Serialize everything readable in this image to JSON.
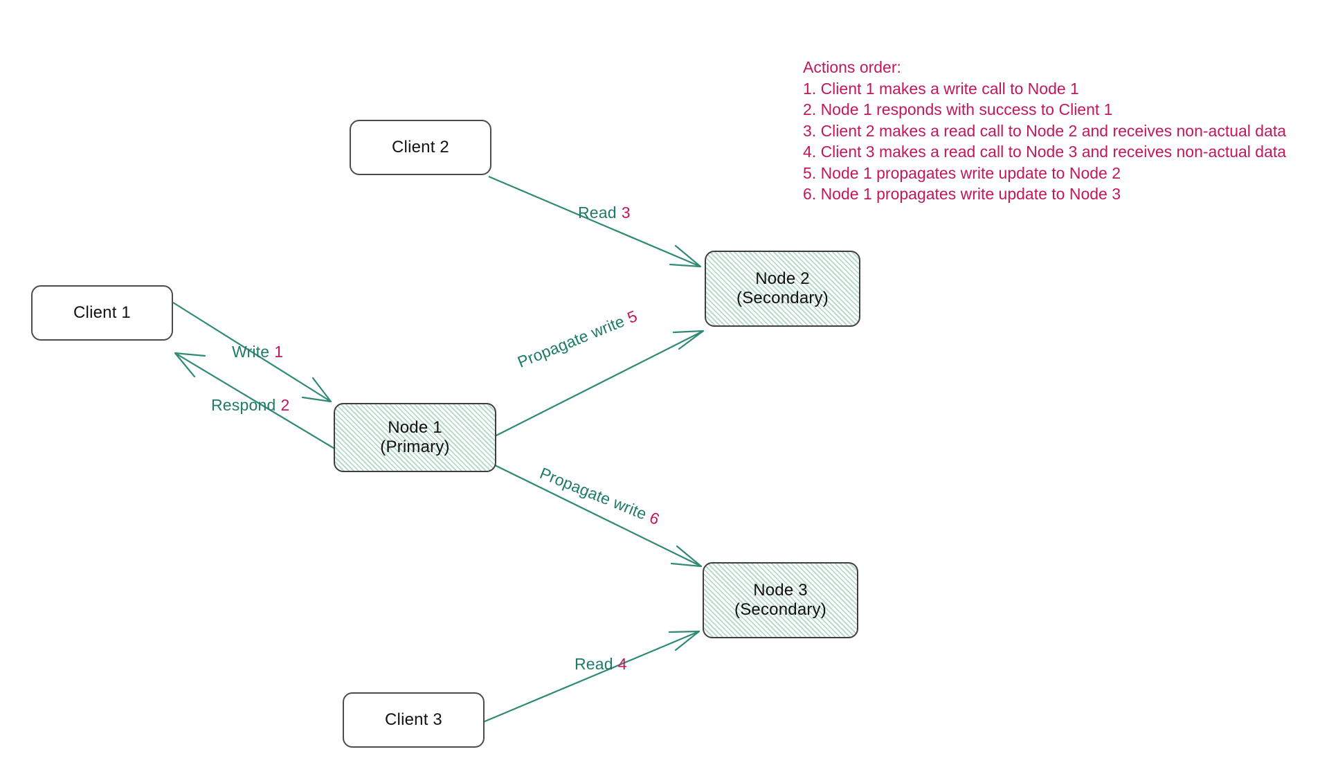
{
  "diagram": {
    "title": "Primary-Secondary replication eventual consistency diagram",
    "accent_edge_color": "#2e8a74",
    "accent_number_color": "#c2185b",
    "node_fill_color": "#dfeee8",
    "node_border_color": "#3f3f3f",
    "client_border_color": "#4b4b4b"
  },
  "nodes": {
    "client1": {
      "label": "Client 1"
    },
    "client2": {
      "label": "Client 2"
    },
    "client3": {
      "label": "Client 3"
    },
    "node1": {
      "label": "Node 1\n(Primary)"
    },
    "node2": {
      "label": "Node 2\n(Secondary)"
    },
    "node3": {
      "label": "Node 3\n(Secondary)"
    }
  },
  "edges": [
    {
      "id": "write",
      "text": "Write",
      "number": "1",
      "from": "client1",
      "to": "node1"
    },
    {
      "id": "respond",
      "text": "Respond",
      "number": "2",
      "from": "node1",
      "to": "client1"
    },
    {
      "id": "read3",
      "text": "Read",
      "number": "3",
      "from": "client2",
      "to": "node2"
    },
    {
      "id": "read4",
      "text": "Read",
      "number": "4",
      "from": "client3",
      "to": "node3"
    },
    {
      "id": "propagate5",
      "text": "Propagate write",
      "number": "5",
      "from": "node1",
      "to": "node2"
    },
    {
      "id": "propagate6",
      "text": "Propagate write",
      "number": "6",
      "from": "node1",
      "to": "node3"
    }
  ],
  "legend": {
    "title": "Actions order:",
    "items": [
      "1. Client 1 makes a write call to Node 1",
      "2. Node 1 responds with success to Client 1",
      "3. Client 2 makes a read call to Node 2 and receives non-actual data",
      "4. Client 3 makes a read call to Node 3 and receives non-actual data",
      "5. Node 1 propagates write update to Node 2",
      "6. Node 1 propagates write update to Node 3"
    ]
  }
}
